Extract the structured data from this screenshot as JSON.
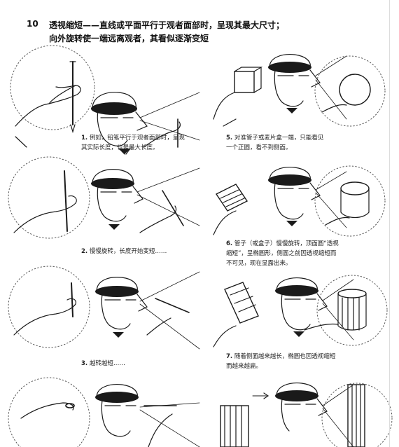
{
  "header": {
    "page_number": "10",
    "title_line1": "透视缩短——直线或平面平行于观者面部时，呈现其最大尺寸；",
    "title_line2": "向外旋转使一端远离观者，其看似逐渐变短"
  },
  "captions": {
    "c1_num": "1.",
    "c1_text": "例如，铅笔平行于观者面部时，呈现",
    "c1_text2": "其实际长度，也是最大长度。",
    "c2_num": "2.",
    "c2_text": "慢慢旋转，长度开始变短……",
    "c3_num": "3.",
    "c3_text": "越转越短……",
    "c5_num": "5.",
    "c5_text": "对准管子或麦片盒一端，只能看见",
    "c5_text2": "一个正圆，看不到侧面。",
    "c6_num": "6.",
    "c6_text": "管子（或盒子）慢慢旋转，顶面圆“透视",
    "c6_text2": "缩短”，呈椭圆形，侧面之前因透视缩短而",
    "c6_text3": "不可见，现在显露出来。",
    "c7_num": "7.",
    "c7_text": "随着侧面越来越长，椭圆也因透视缩短",
    "c7_text2": "而越来越扁。"
  },
  "colors": {
    "ink": "#1a1a1a",
    "paper": "#ffffff",
    "dots": "#444444"
  }
}
